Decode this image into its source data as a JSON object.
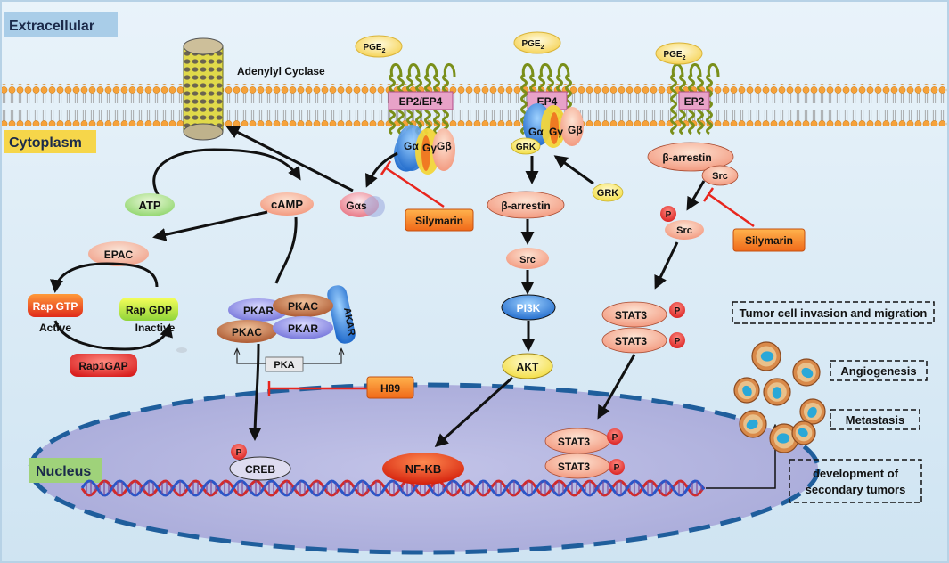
{
  "regions": {
    "extracellular": "Extracellular",
    "cytoplasm": "Cytoplasm",
    "nucleus": "Nucleus"
  },
  "membrane": {
    "adenylyl_cyclase": "Adenylyl Cyclase",
    "receptors": [
      "EP2/EP4",
      "EP4",
      "EP2"
    ],
    "pge2": "PGE",
    "pge2_sub": "2"
  },
  "g_proteins": {
    "g_alpha": "Gα",
    "g_gamma": "Gγ",
    "g_beta": "Gβ",
    "g_alpha_s": "Gαs",
    "grk": "GRK"
  },
  "camp_pathway": {
    "atp": "ATP",
    "camp": "cAMP",
    "epac": "EPAC",
    "rap_gtp": "Rap GTP",
    "rap_gdp": "Rap GDP",
    "active": "Active",
    "inactive": "Inactive",
    "rap1gap": "Rap1GAP",
    "pkar": "PKAR",
    "pkac": "PKAC",
    "akar": "AKAR",
    "pka": "PKA",
    "creb": "CREB",
    "phospho": "P"
  },
  "arrestin_pathway": {
    "beta_arrestin": "β-arrestin",
    "src": "Src",
    "pi3k": "PI3K",
    "akt": "AKT",
    "nfkb": "NF-KB",
    "stat3": "STAT3"
  },
  "inhibitors": {
    "silymarin": "Silymarin",
    "h89": "H89"
  },
  "outcomes": {
    "invasion": "Tumor cell invasion and migration",
    "angiogenesis": "Angiogenesis",
    "metastasis": "Metastasis",
    "secondary_line1": "development of",
    "secondary_line2": "secondary tumors"
  },
  "colors": {
    "background": "#cfe4f2",
    "membrane_head": "#f4a640",
    "nucleus": "#b7b8e0",
    "inhibitor_line": "#e8261e",
    "receptor_box": "#e8a2c8"
  }
}
